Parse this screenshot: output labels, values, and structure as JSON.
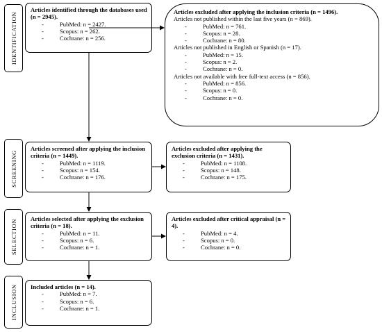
{
  "stages": {
    "identification": "IDENTIFICATION",
    "screening": "SCREENING",
    "selection": "SELECTION",
    "inclusion": "INCLUSION"
  },
  "identified": {
    "heading": "Articles identified through the databases used (n = 2945).",
    "items": [
      "PubMed: n = 2427.",
      "Scopus: n = 262.",
      "Cochrane: n = 256."
    ]
  },
  "excluded_inclusion": {
    "heading": "Articles excluded after applying the inclusion criteria (n = 1496).",
    "groups": [
      {
        "label": "Articles not published within the last five years (n = 869).",
        "items": [
          "PubMed: n = 761.",
          "Scopus: n = 28.",
          "Cochrane: n = 80."
        ]
      },
      {
        "label": "Articles not published in English or Spanish (n = 17).",
        "items": [
          "PubMed: n = 15.",
          "Scopus: n = 2.",
          "Cochrane: n = 0."
        ]
      },
      {
        "label": "Articles not available with free full-text access (n = 856).",
        "items": [
          "PubMed: n = 856.",
          "Scopus: n = 0.",
          "Cochrane: n = 0."
        ]
      }
    ]
  },
  "screened": {
    "heading": "Articles screened after applying the inclusion criteria (n = 1449).",
    "items": [
      "PubMed: n = 1119.",
      "Scopus: n = 154.",
      "Cochrane: n = 176."
    ]
  },
  "excluded_exclusion": {
    "heading": "Articles excluded after applying the exclusion criteria (n = 1431).",
    "items": [
      "PubMed: n = 1108.",
      "Scopus: n = 148.",
      "Cochrane: n = 175."
    ]
  },
  "selected": {
    "heading": "Articles selected after applying the exclusion criteria (n = 18).",
    "items": [
      "PubMed: n = 11.",
      "Scopus: n = 6.",
      "Cochrane: n = 1."
    ]
  },
  "excluded_appraisal": {
    "heading": "Articles excluded after critical appraisal (n = 4).",
    "items": [
      "PubMed: n = 4.",
      "Scopus: n = 0.",
      "Cochrane: n = 0."
    ]
  },
  "included": {
    "heading": "Included articles (n = 14).",
    "items": [
      "PubMed: n = 7.",
      "Scopus: n = 6.",
      "Cochrane: n = 1."
    ]
  }
}
